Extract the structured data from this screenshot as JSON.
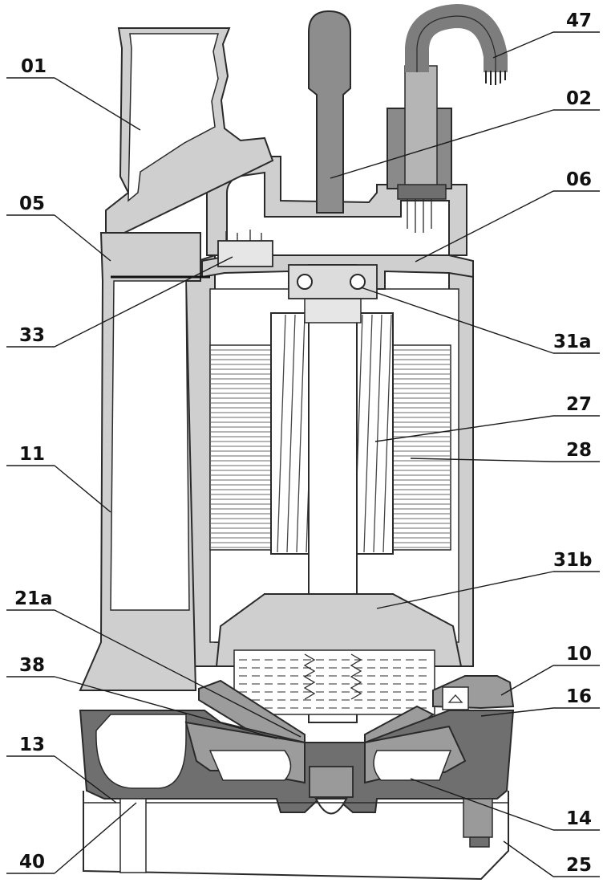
{
  "labels": {
    "l01": "01",
    "l05": "05",
    "l33": "33",
    "l11": "11",
    "l21a": "21a",
    "l38": "38",
    "l13": "13",
    "l40": "40",
    "l47": "47",
    "l02": "02",
    "l06": "06",
    "l31a": "31a",
    "l27": "27",
    "l28": "28",
    "l31b": "31b",
    "l10": "10",
    "l16": "16",
    "l14": "14",
    "l25": "25"
  },
  "colors": {
    "casting_light": "#cfcfcf",
    "casting_mid": "#9c9c9c",
    "casting_dark": "#6f6f6f",
    "line": "#1a1a1a"
  }
}
